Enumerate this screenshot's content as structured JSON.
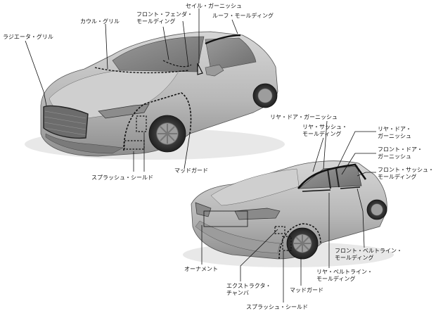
{
  "labels": {
    "cowl_grille": "カウル・グリル",
    "front_fender_molding": "フロント・フェンダ・\nモールディング",
    "sail_garnish": "セイル・ガーニッシュ",
    "roof_molding": "ルーフ・モールディング",
    "radiator_grille": "ラジエータ・グリル",
    "splash_shield_front": "スプラッシュ・シールド",
    "mudguard_front": "マッドガード",
    "rear_door_garnish": "リヤ・ドア・ガーニッシュ",
    "rear_sash_molding": "リヤ・サッシュ・\nモールディング",
    "rear_door_garnish_upper": "リヤ・ドア・\nガーニッシュ",
    "front_door_garnish": "フロント・ドア・\nガーニッシュ",
    "front_sash_molding": "フロント・サッシュ・\nモールディング",
    "front_beltline_molding": "フロント・ベルトライン・\nモールディング",
    "rear_beltline_molding": "リヤ・ベルトライン・\nモールディング",
    "ornament": "オーナメント",
    "extractor_chamber": "エクストラクタ・\nチャンバ",
    "mudguard_rear": "マッドガード",
    "splash_shield_rear": "スプラッシュ・シールド"
  }
}
